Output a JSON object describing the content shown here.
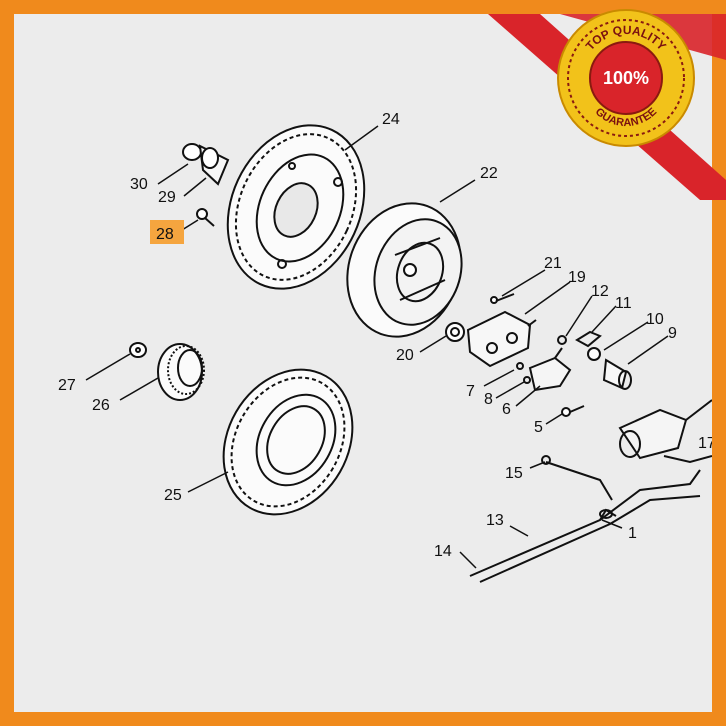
{
  "badge": {
    "top_text": "TOP QUALITY",
    "percent": "100%",
    "bottom_text": "GUARANTEE",
    "ribbon_color": "#d9242a",
    "seal_color": "#f2c21a"
  },
  "parts": {
    "p1": "1",
    "p5": "5",
    "p6": "6",
    "p7": "7",
    "p8": "8",
    "p9": "9",
    "p10": "10",
    "p11": "11",
    "p12": "12",
    "p13": "13",
    "p14": "14",
    "p15": "15",
    "p17": "17",
    "p19": "19",
    "p20": "20",
    "p21": "21",
    "p22": "22",
    "p24": "24",
    "p25": "25",
    "p26": "26",
    "p27": "27",
    "p28": "28",
    "p29": "29",
    "p30": "30"
  },
  "highlight_color": "#f5a53f",
  "frame_color": "#f08a1c"
}
